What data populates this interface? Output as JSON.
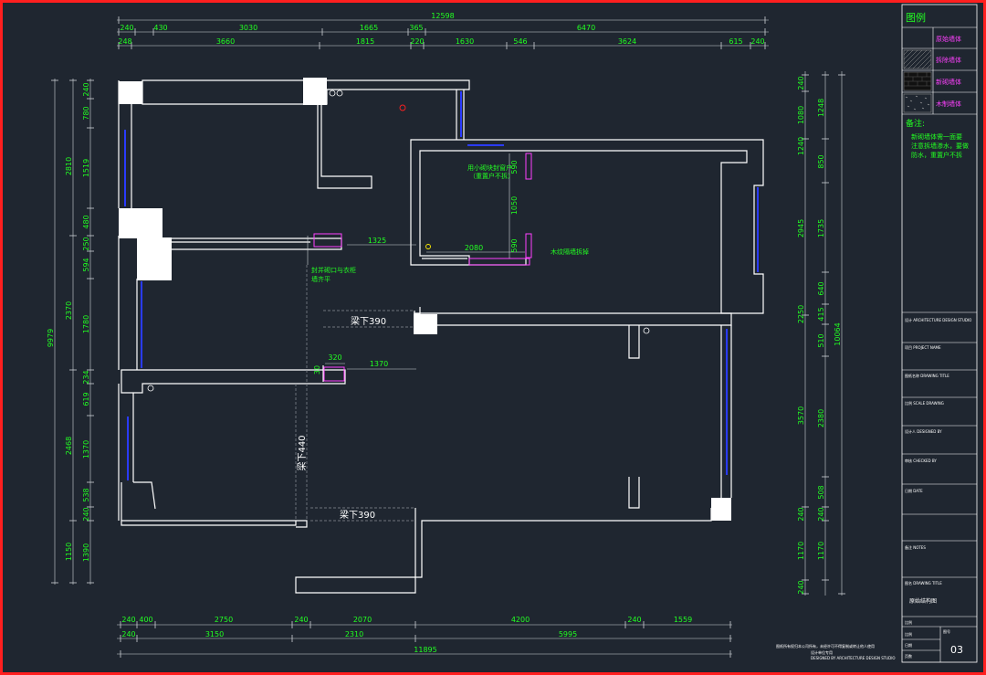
{
  "legend": {
    "title": "图例",
    "items": [
      "原始墙体",
      "拆除墙体",
      "新砌墙体",
      "木制墙体"
    ],
    "note_title": "备注:",
    "note_lines": [
      "新砌墙体需一面要",
      "注意拆墙渗水，要做",
      "防水，重置户不拆"
    ]
  },
  "title_block": {
    "fields": [
      "设计 ARCHITECTURE DESIGN STUDIO",
      "项目 PROJECT NAME",
      "图纸名称 DRAWING TITLE",
      "比例 SCALE DRAWING",
      "设计人 DESIGNED BY",
      "审核 CHECKED BY",
      "日期 DATE",
      "备注 NOTES"
    ],
    "drawing_name_label": "图名 DRAWING TITLE",
    "drawing_name": "原始结构图",
    "scale_label": "比例",
    "number_label": "图号",
    "row_labels": [
      "比例",
      "日期",
      "页数"
    ],
    "page_number": "03",
    "footer_lines": [
      "图纸所有权归本公司所有，未经许可不得复制或转让他人使用",
      "设计单位专用",
      "DESIGNED BY ARCHITECTURE DESIGN STUDIO"
    ]
  },
  "dims": {
    "top_total": "12598",
    "top_r1": [
      "240",
      "430",
      "3030",
      "1665",
      "365",
      "6470"
    ],
    "top_r2": [
      "248",
      "3660",
      "1815",
      "220",
      "1630",
      "546",
      "3624",
      "615",
      "240"
    ],
    "bottom_r1": [
      "240",
      "400",
      "2750",
      "240",
      "2070",
      "4200",
      "240",
      "1559"
    ],
    "bottom_r2": [
      "240",
      "3150",
      "2310",
      "5995"
    ],
    "bottom_total": "11895",
    "left_total": "9979",
    "left_r1": [
      "2810",
      "2370",
      "2468",
      "1150"
    ],
    "left_r2": [
      "240",
      "780",
      "1519",
      "480",
      "250",
      "594",
      "1780",
      "234",
      "619",
      "1370",
      "538",
      "240",
      "1390"
    ],
    "right_total": "10064",
    "right_r1": [
      "240",
      "1080",
      "2945",
      "3570",
      "1170",
      "240"
    ],
    "right_r2": [
      "1248",
      "850",
      "1735",
      "640",
      "415",
      "510",
      "2380",
      "508",
      "240",
      "1170"
    ],
    "right_misc": [
      "1240",
      "2250",
      "240"
    ]
  },
  "plan": {
    "beam_labels": [
      "梁下390",
      "梁下390",
      "梁下440"
    ],
    "dims": [
      "1325",
      "2080",
      "320",
      "1370",
      "590",
      "1050",
      "590",
      "30"
    ],
    "notes": [
      "用小砌块封窗户",
      "（重置户不拆）",
      "木纹隔墙拆掉",
      "封并砌口与衣柜",
      "墙齐平"
    ]
  }
}
